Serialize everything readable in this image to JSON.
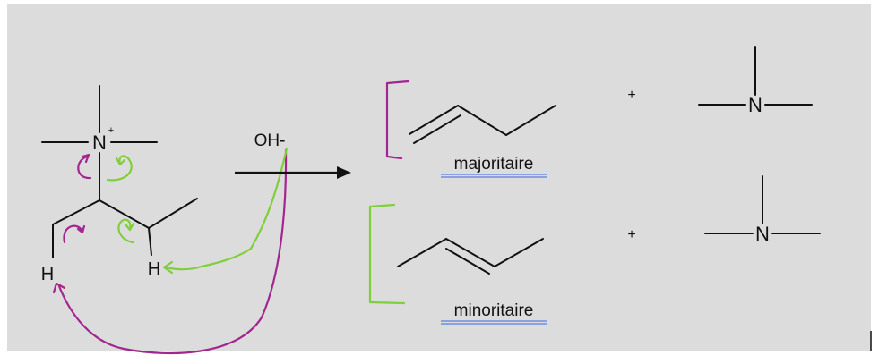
{
  "colors": {
    "panel": "#dcdcdc",
    "ink": "#111111",
    "purple": "#a3268f",
    "green": "#7fcf3a",
    "underline": "#6b8fe0"
  },
  "reactant": {
    "n_label": "N",
    "charge": "+",
    "h_left": "H",
    "h_right": "H"
  },
  "reagent": {
    "label": "OH-"
  },
  "products": {
    "major_label": "majoritaire",
    "minor_label": "minoritaire",
    "plus_1": "+",
    "plus_2": "+",
    "amine_n_1": "N",
    "amine_n_2": "N"
  },
  "icons": {
    "arrow": "reaction-arrow-icon"
  }
}
